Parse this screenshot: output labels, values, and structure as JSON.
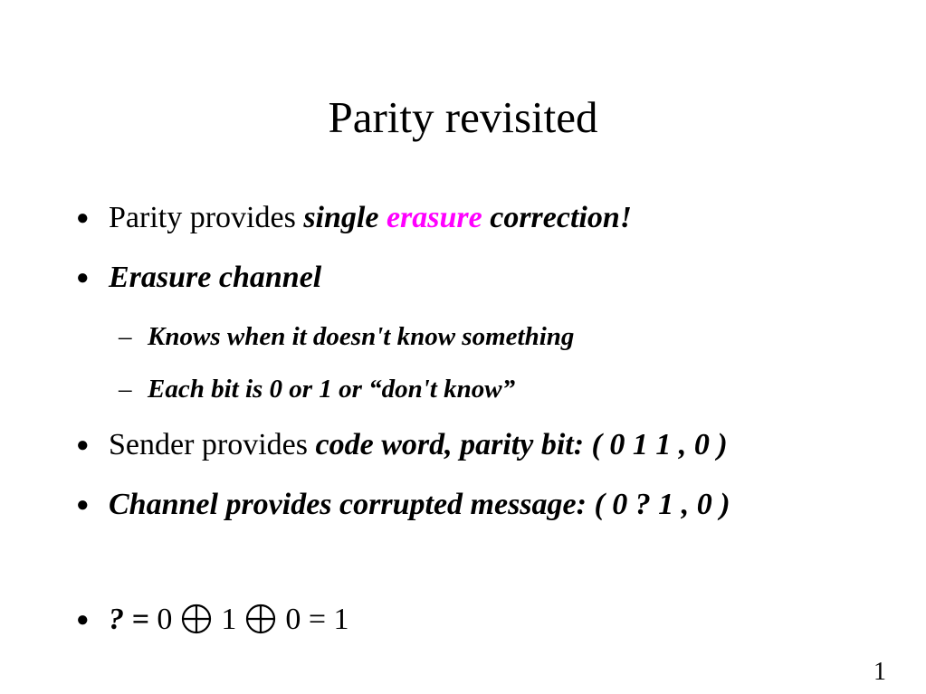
{
  "slide": {
    "title": "Parity revisited",
    "page_number": "1",
    "accent_color": "#ff00ff",
    "bullet_symbol": "●",
    "dash_symbol": "–",
    "bullets": [
      {
        "plain": "Parity provides ",
        "em_1": "single ",
        "em_accent": "erasure",
        "em_2": " correction!"
      },
      {
        "em": "Erasure channel"
      },
      {
        "sub": "Knows when it doesn't know something"
      },
      {
        "sub": "Each bit is 0 or 1 or “don't know”"
      },
      {
        "plain": "Sender provides ",
        "em": "code word, parity bit: ( 0 1 1 , 0 )"
      },
      {
        "em": "Channel provides corrupted message: ( 0 ? 1 , 0 )"
      },
      {
        "em": "? = ",
        "eq_a": "0",
        "eq_b": "1",
        "eq_c": "0 = 1",
        "operator_icon": "circled-plus-icon"
      }
    ]
  }
}
